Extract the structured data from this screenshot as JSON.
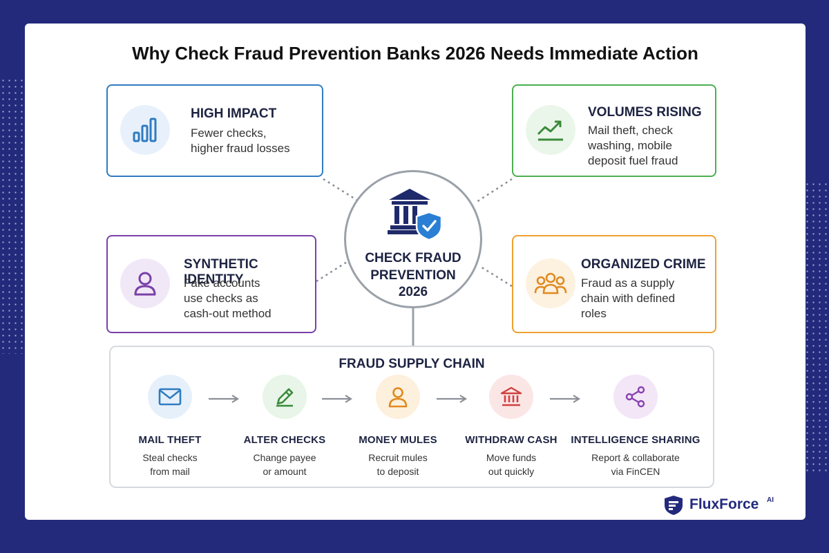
{
  "title": "Why Check Fraud Prevention Banks 2026 Needs Immediate Action",
  "center": {
    "label": "CHECK FRAUD\nPREVENTION",
    "year": "2026"
  },
  "cards": [
    {
      "title": "HIGH IMPACT",
      "text": "Fewer checks,\nhigher fraud losses",
      "color": "#2f7cc1",
      "icon": "bar-chart-icon"
    },
    {
      "title": "VOLUMES RISING",
      "text": "Mail theft, check\nwashing, mobile\ndeposit fuel fraud",
      "color": "#4caf50",
      "icon": "trend-up-icon"
    },
    {
      "title": "SYNTHETIC IDENTITY",
      "text": "Fake accounts\nuse checks as\ncash-out method",
      "color": "#7b3fa8",
      "icon": "user-icon"
    },
    {
      "title": "ORGANIZED CRIME",
      "text": "Fraud as a supply\nchain with defined\nroles",
      "color": "#f0a030",
      "icon": "group-icon"
    }
  ],
  "supply_chain": {
    "title": "FRAUD SUPPLY CHAIN",
    "steps": [
      {
        "title": "MAIL THEFT",
        "text": "Steal checks\nfrom mail",
        "color": "#2f7cc1",
        "icon": "envelope-icon"
      },
      {
        "title": "ALTER CHECKS",
        "text": "Change payee\nor amount",
        "color": "#3a9a4a",
        "icon": "pencil-icon"
      },
      {
        "title": "MONEY MULES",
        "text": "Recruit mules\nto deposit",
        "color": "#f0a030",
        "icon": "person-icon"
      },
      {
        "title": "WITHDRAW CASH",
        "text": "Move funds\nout quickly",
        "color": "#d04040",
        "icon": "bank-icon"
      },
      {
        "title": "INTELLIGENCE SHARING",
        "text": "Report & collaborate\nvia FinCEN",
        "color": "#8a3fb0",
        "icon": "share-icon"
      }
    ]
  },
  "logo": {
    "name": "FluxForce",
    "suffix": "AI"
  }
}
